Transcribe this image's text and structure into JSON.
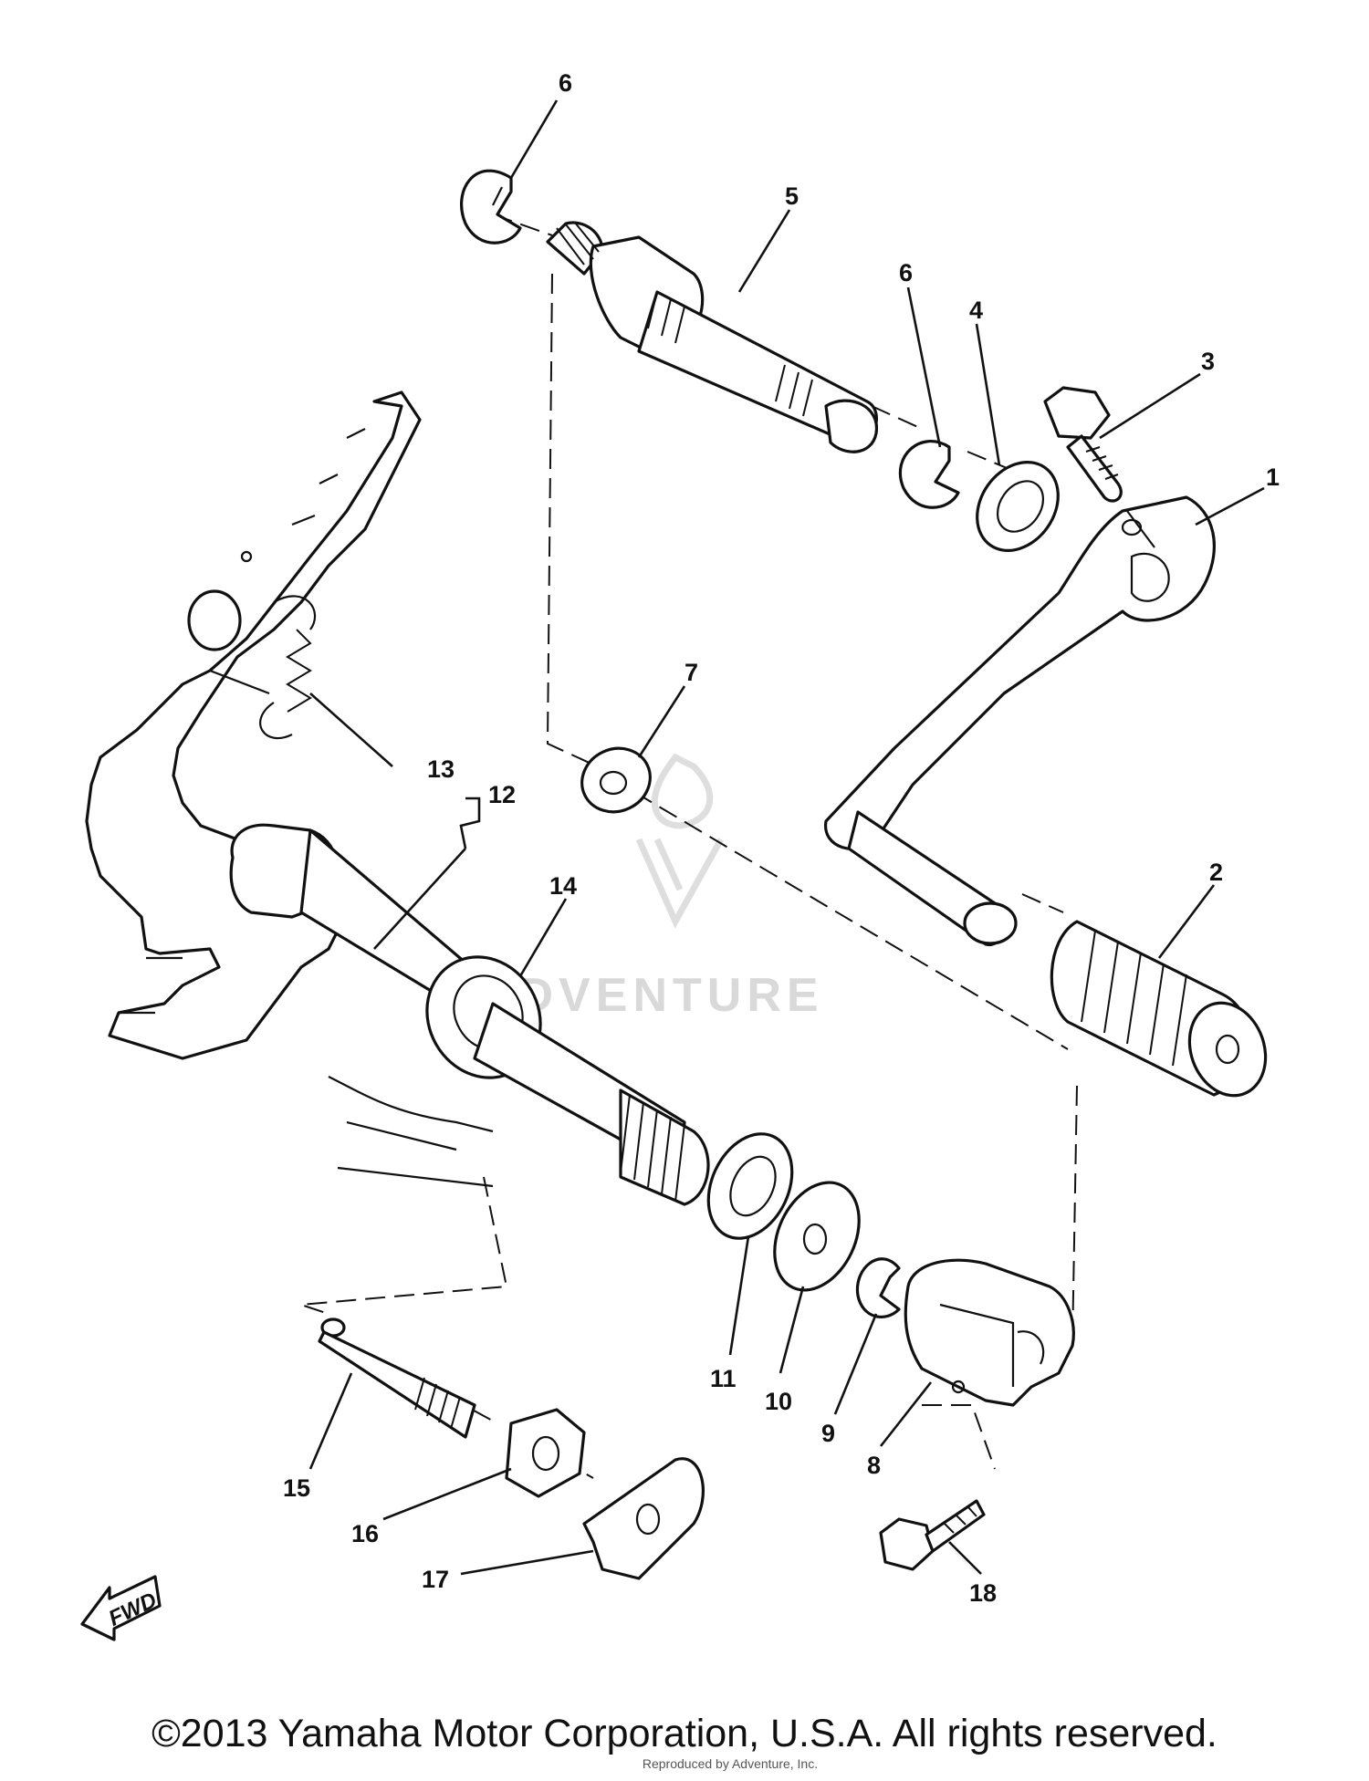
{
  "diagram": {
    "callouts": {
      "p1": "1",
      "p2": "2",
      "p3": "3",
      "p4": "4",
      "p5": "5",
      "p6a": "6",
      "p6b": "6",
      "p7": "7",
      "p8": "8",
      "p9": "9",
      "p10": "10",
      "p11": "11",
      "p12": "12",
      "p13": "13",
      "p14": "14",
      "p15": "15",
      "p16": "16",
      "p17": "17",
      "p18": "18"
    },
    "direction_label": "FWD",
    "watermark_text": "ADVENTURE"
  },
  "footer": {
    "copyright": "©2013 Yamaha Motor Corporation, U.S.A. All rights reserved.",
    "reproduced_note": "Reproduced by Adventure, Inc."
  }
}
